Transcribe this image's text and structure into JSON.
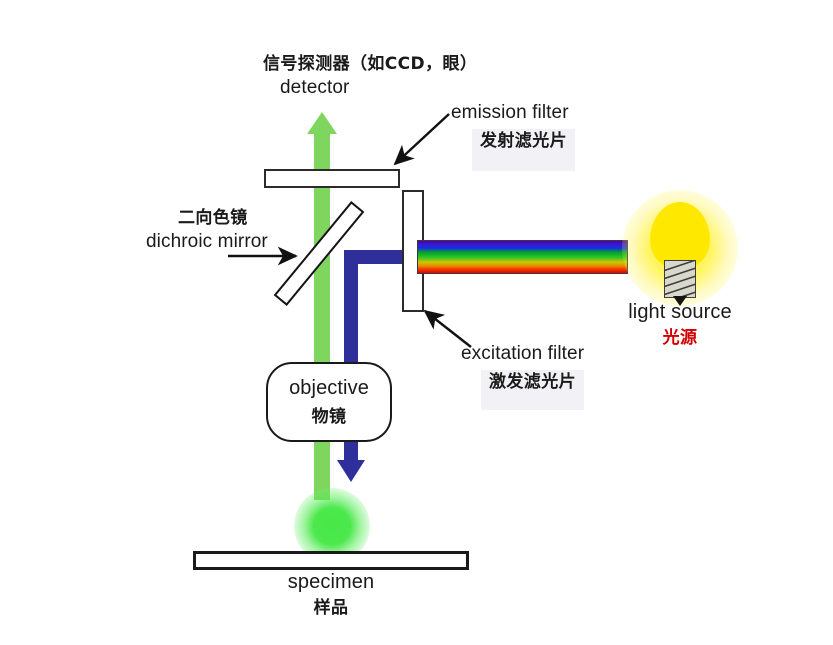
{
  "diagram": {
    "title": "fluorescence microscope light path",
    "background": "#ffffff"
  },
  "colors": {
    "emission_beam": "#7fd65e",
    "excitation_beam": "#2f2f9c",
    "fluorescence_spot": "#3de63d",
    "bulb": "#ffe800",
    "label_red": "#d10000",
    "cjk_label_bg": "#f2f2f6",
    "outline": "#1a1a1a"
  },
  "labels": {
    "detector": {
      "cjk": "信号探测器（如CCD，眼）",
      "latin": "detector"
    },
    "emission_filter": {
      "latin": "emission filter",
      "cjk": "发射滤光片"
    },
    "dichroic_mirror": {
      "cjk": "二向色镜",
      "latin": "dichroic mirror"
    },
    "excitation_filter": {
      "latin": "excitation filter",
      "cjk": "激发滤光片"
    },
    "light_source": {
      "latin": "light source",
      "cjk": "光源"
    },
    "objective": {
      "latin": "objective",
      "cjk": "物镜"
    },
    "specimen": {
      "latin": "specimen",
      "cjk": "样品"
    }
  },
  "icons": {
    "light_bulb": "light-bulb-icon",
    "spectrum_beam": "spectrum-beam-icon",
    "fluorescence_spot": "fluorescence-spot-icon",
    "emission_arrow": "up-arrow-icon",
    "excitation_arrow": "down-arrow-icon",
    "pointer_emission": "pointer-arrow-icon",
    "pointer_excitation": "pointer-arrow-icon",
    "pointer_dichroic": "pointer-arrow-icon"
  }
}
